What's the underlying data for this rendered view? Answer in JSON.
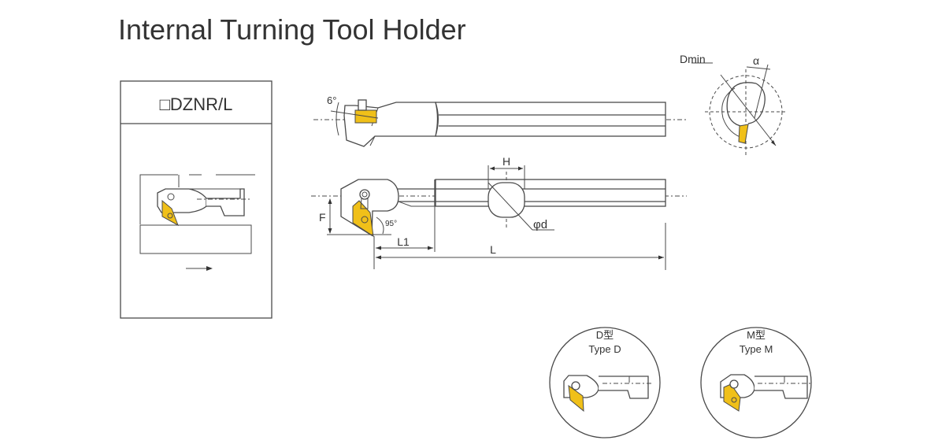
{
  "title": "Internal Turning Tool Holder",
  "model_box": {
    "label": "□DZNR/L"
  },
  "dimensions": {
    "angle_top": "6°",
    "angle_lead": "95°",
    "F": "F",
    "H": "H",
    "d": "φd",
    "L1": "L1",
    "L": "L",
    "Dmin": "Dmin",
    "alpha": "α"
  },
  "types": [
    {
      "cn": "D型",
      "en": "Type D"
    },
    {
      "cn": "M型",
      "en": "Type M"
    }
  ],
  "colors": {
    "insert": "#f0c019",
    "line": "#4a4a4a",
    "title": "#231815"
  }
}
